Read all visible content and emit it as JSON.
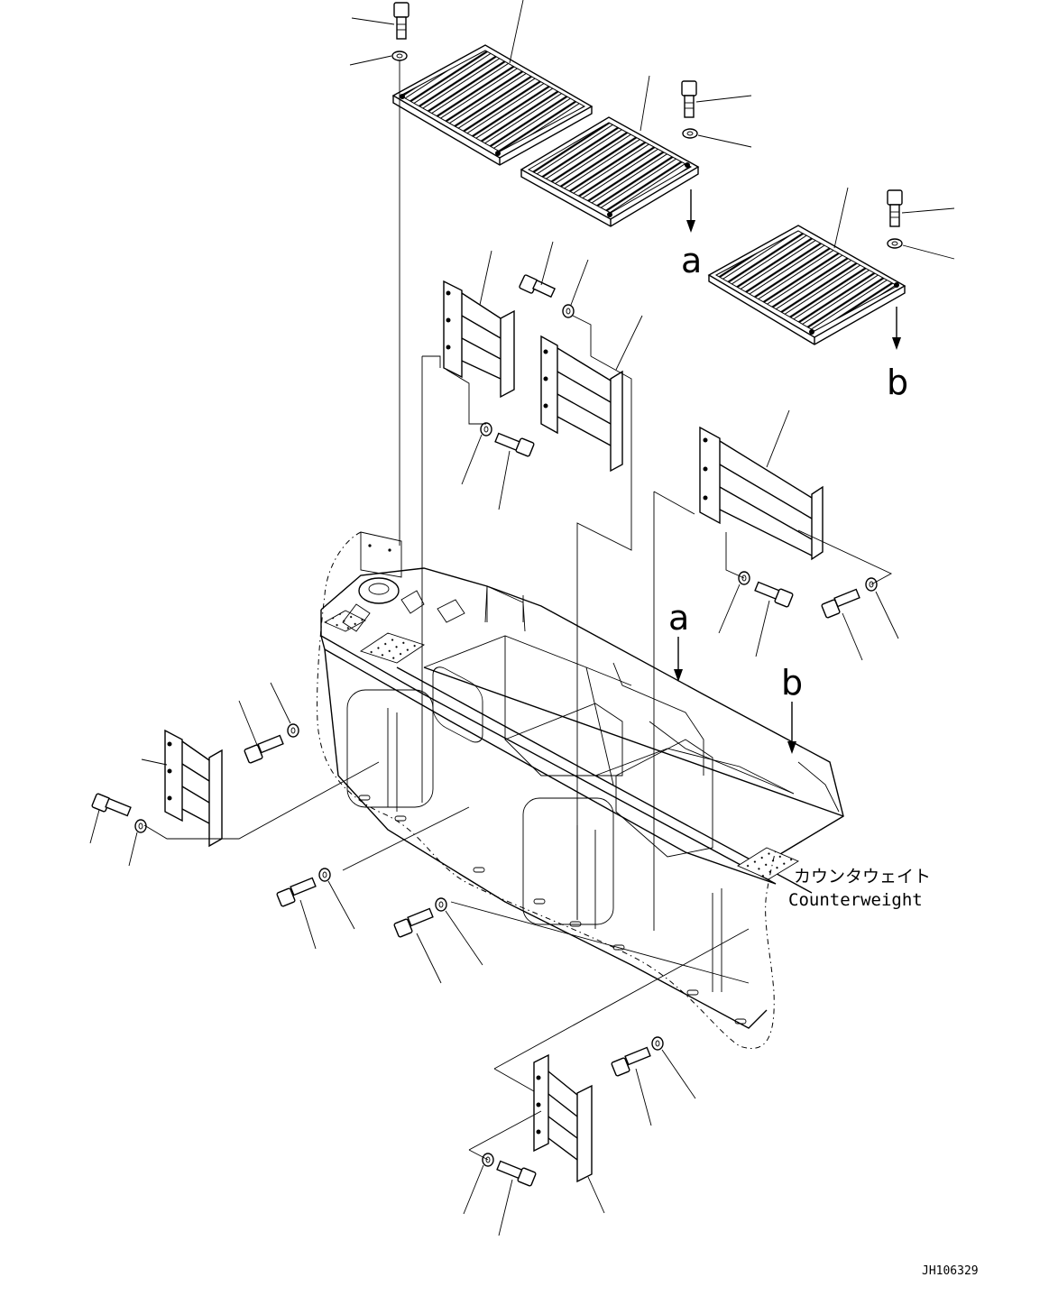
{
  "labels": {
    "ref_a": "a",
    "ref_b": "b",
    "counterweight_jp": "カウンタウェイト",
    "counterweight_en": "Counterweight",
    "drawing_code": "JH106329"
  }
}
